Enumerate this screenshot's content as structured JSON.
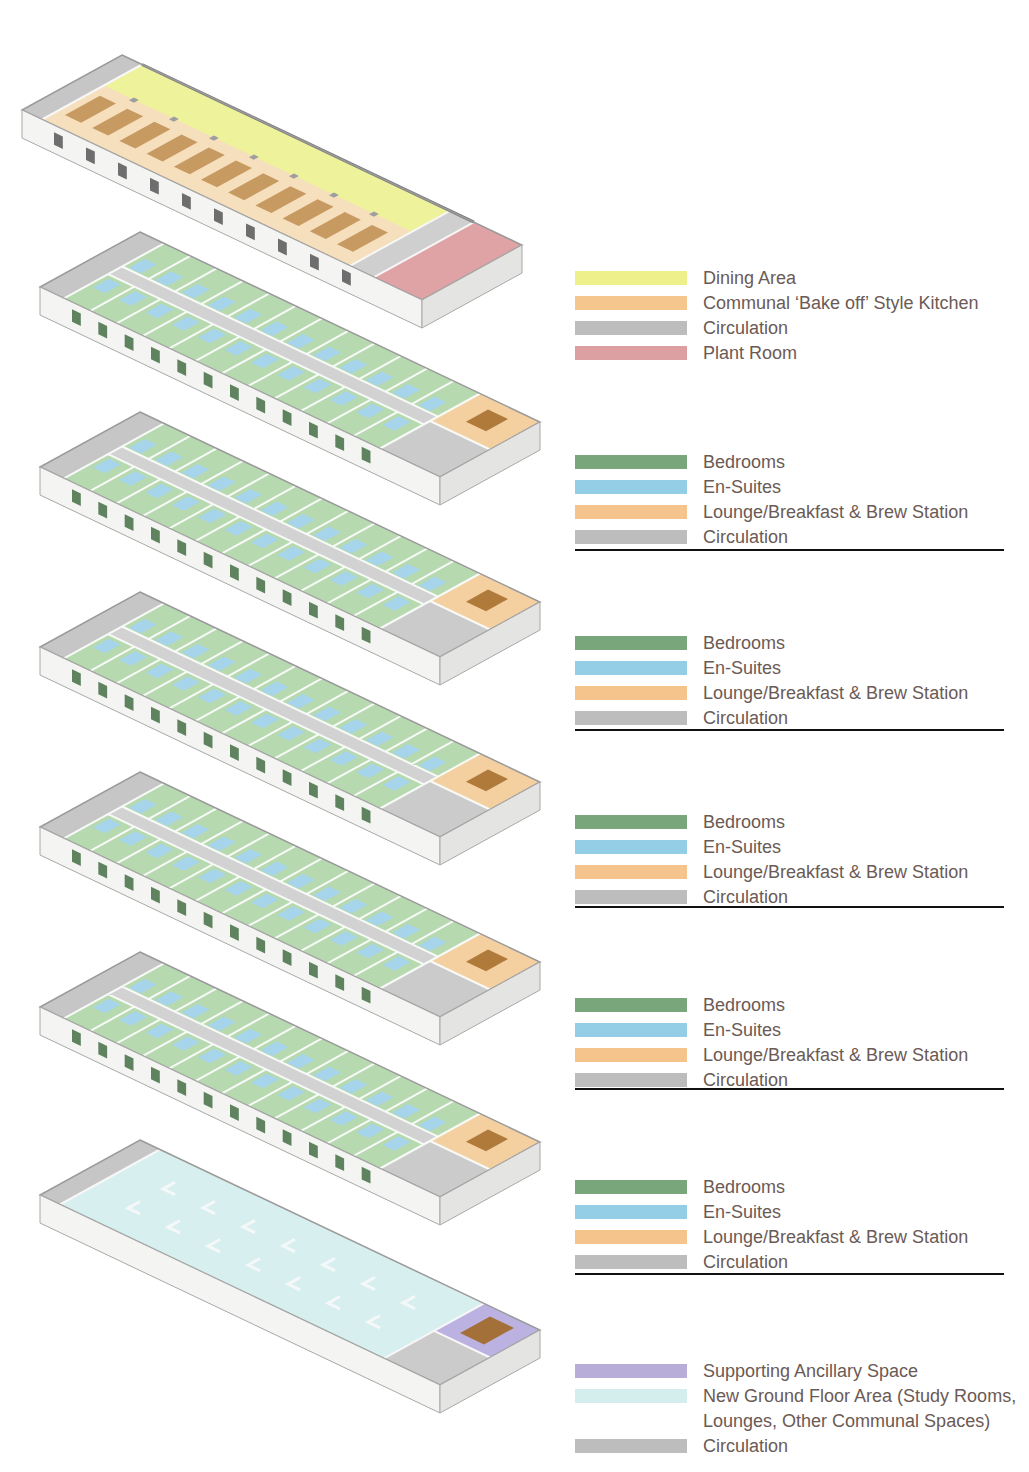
{
  "diagram": {
    "legend": [
      {
        "text": "Dining Area",
        "color": "#eef08c"
      },
      {
        "text": "Communal ‘Bake off’ Style Kitchen",
        "color": "#f5c78f"
      },
      {
        "text": "Circulation",
        "color": "#bdbdbd"
      },
      {
        "text": "Plant Room",
        "color": "#dca0a2"
      },
      {
        "text": "Bedrooms",
        "color": "#7aa67c"
      },
      {
        "text": "En-Suites",
        "color": "#93cde6"
      },
      {
        "text": "Lounge/Breakfast & Brew Station",
        "color": "#f5c48d"
      },
      {
        "text": "Circulation",
        "color": "#bdbdbd"
      },
      {
        "text": "Bedrooms",
        "color": "#7aa67c"
      },
      {
        "text": "En-Suites",
        "color": "#93cde6"
      },
      {
        "text": "Lounge/Breakfast & Brew Station",
        "color": "#f5c48d"
      },
      {
        "text": "Circulation",
        "color": "#bdbdbd"
      },
      {
        "text": "Bedrooms",
        "color": "#7aa67c"
      },
      {
        "text": "En-Suites",
        "color": "#93cde6"
      },
      {
        "text": "Lounge/Breakfast & Brew Station",
        "color": "#f5c48d"
      },
      {
        "text": "Circulation",
        "color": "#bdbdbd"
      },
      {
        "text": "Bedrooms",
        "color": "#7aa67c"
      },
      {
        "text": "En-Suites",
        "color": "#93cde6"
      },
      {
        "text": "Lounge/Breakfast & Brew Station",
        "color": "#f5c48d"
      },
      {
        "text": "Circulation",
        "color": "#bdbdbd"
      },
      {
        "text": "Bedrooms",
        "color": "#7aa67c"
      },
      {
        "text": "En-Suites",
        "color": "#93cde6"
      },
      {
        "text": "Lounge/Breakfast & Brew Station",
        "color": "#f5c48d"
      },
      {
        "text": "Circulation",
        "color": "#bdbdbd"
      },
      {
        "text": "Supporting Ancillary Space",
        "color": "#b8acd9"
      },
      {
        "text": "New Ground Floor Area (Study Rooms, Lounges, Other Communal Spaces)",
        "color": "#d4eeee"
      },
      {
        "text": "Circulation",
        "color": "#bdbdbd"
      }
    ]
  }
}
